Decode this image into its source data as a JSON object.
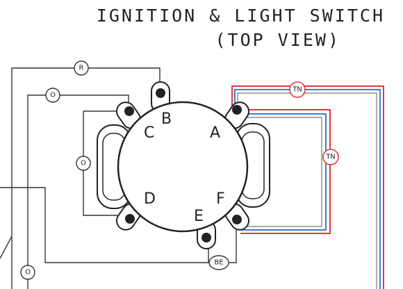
{
  "title": {
    "line1": "IGNITION & LIGHT SWITCH",
    "line2": "(TOP VIEW)"
  },
  "terminals": [
    "A",
    "B",
    "C",
    "D",
    "E",
    "F"
  ],
  "wire_tags": {
    "red_top": "R",
    "orange_b": "O",
    "orange_side": "O",
    "orange_bottom": "O",
    "tan_top": "TN",
    "tan_right": "TN",
    "black_bottom": "BE"
  },
  "colors": {
    "line": "#333333",
    "red": "#e8343a",
    "blue": "#3b7fd0",
    "tag_red": "#e0383a"
  }
}
